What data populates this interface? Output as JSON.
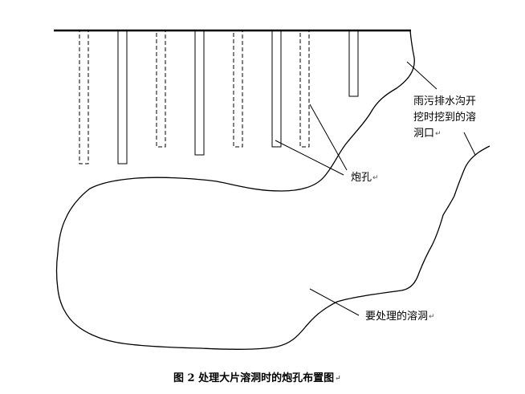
{
  "diagram": {
    "labels": {
      "rain_line1": "雨污排水沟开",
      "rain_line2": "挖时挖到的溶",
      "rain_line3": "洞口",
      "blast_hole": "炮孔",
      "cave": "要处理的溶洞"
    },
    "caption": "图 2 处理大片溶洞时的炮孔布置图",
    "return_mark": "↵"
  }
}
